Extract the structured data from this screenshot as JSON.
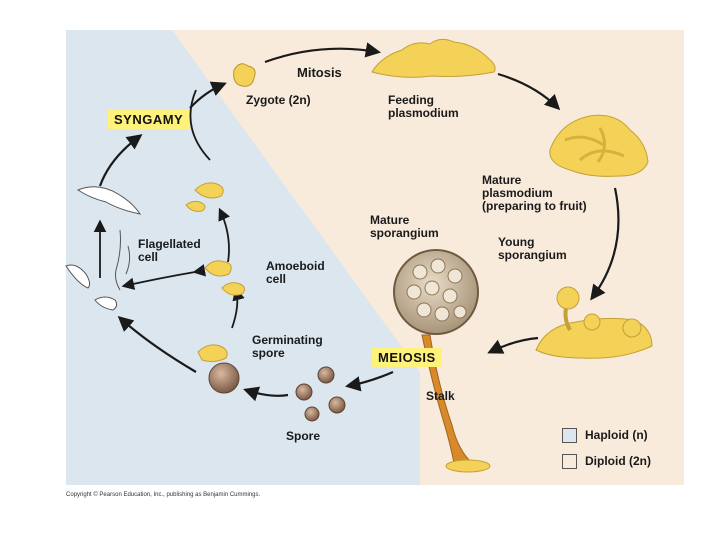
{
  "labels": {
    "mitosis": "Mitosis",
    "zygote": "Zygote (2n)",
    "feeding_plasmodium": "Feeding\nplasmodium",
    "mature_plasmodium": "Mature\nplasmodium\n(preparing to fruit)",
    "young_sporangium": "Young\nsporangium",
    "mature_sporangium": "Mature\nsporangium",
    "flagellated_cell": "Flagellated\ncell",
    "amoeboid_cell": "Amoeboid\ncell",
    "germinating_spore": "Germinating\nspore",
    "spore": "Spore",
    "stalk": "Stalk"
  },
  "stages": {
    "syngamy": "SYNGAMY",
    "meiosis": "MEIOSIS"
  },
  "legend": {
    "haploid": "Haploid (n)",
    "diploid": "Diploid (2n)"
  },
  "colors": {
    "haploid_bg": "#dbe6ef",
    "diploid_bg": "#f8ebdc",
    "plasmodium": "#f3d257",
    "stage_tag": "#fff27a",
    "stalk": "#d88a2a"
  },
  "copyright": "Copyright © Pearson Education, Inc., publishing as Benjamin Cummings."
}
